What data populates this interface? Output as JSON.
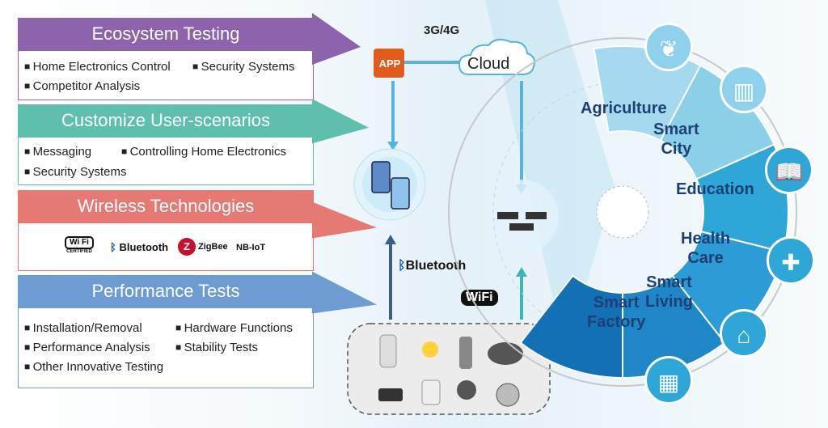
{
  "panels": [
    {
      "title": "Ecosystem Testing",
      "color": "#8e63ad",
      "items": [
        "Home Electronics Control",
        "Security Systems",
        "Competitor Analysis"
      ]
    },
    {
      "title": "Customize User-scenarios",
      "color": "#5fbfaf",
      "items": [
        "Messaging",
        "Controlling Home Electronics",
        "Security Systems"
      ]
    },
    {
      "title": "Wireless Technologies",
      "color": "#e57a75",
      "logos": [
        "Wi Fi",
        "CERTIFIED",
        "Bluetooth",
        "ZigBee",
        "NB-IoT"
      ]
    },
    {
      "title": "Performance Tests",
      "color": "#6e9bd1",
      "items": [
        "Installation/Removal",
        "Hardware Functions",
        "Performance Analysis",
        "Stability Tests",
        "Other Innovative Testing"
      ]
    }
  ],
  "network": {
    "app": "APP",
    "cloud": "Cloud",
    "cellular": "3G/4G",
    "bluetooth": "Bluetooth",
    "wifi": "WiFi"
  },
  "segments": [
    "Agriculture",
    "Smart City",
    "Education",
    "Health Care",
    "Smart Living",
    "Smart Factory"
  ],
  "ring_icons": [
    "plant-hand-icon",
    "city-buildings-icon",
    "education-book-icon",
    "medical-kit-icon",
    "smart-home-icon",
    "factory-icon"
  ],
  "colors": {
    "teal_ring": "#2ea7d8",
    "label_dark": "#1e3f76"
  }
}
